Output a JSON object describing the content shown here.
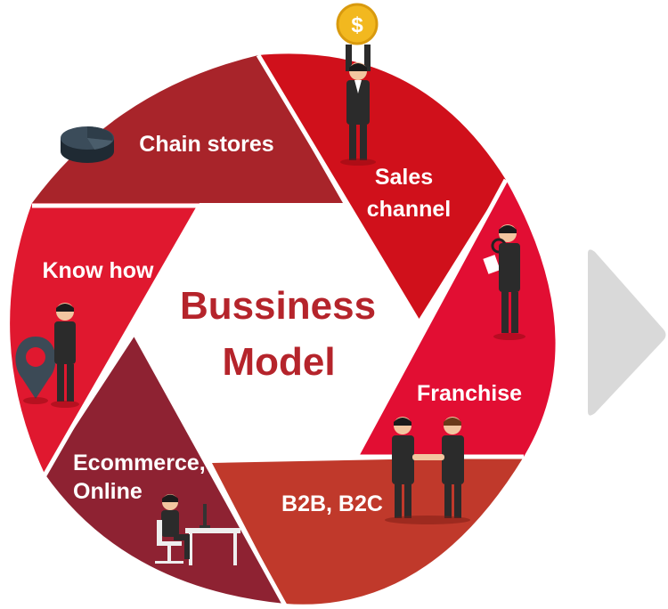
{
  "diagram": {
    "center": {
      "line1": "Bussiness",
      "line2": "Model",
      "color": "#b5242b"
    },
    "segments": [
      {
        "id": "chain-stores",
        "label_lines": [
          "Chain stores"
        ],
        "color": "#a8242a",
        "icon": "pie-chart-icon"
      },
      {
        "id": "sales-channel",
        "label_lines": [
          "Sales",
          "channel"
        ],
        "color": "#d0101b",
        "icon": "businessman-holding-coin-icon"
      },
      {
        "id": "franchise",
        "label_lines": [
          "Franchise"
        ],
        "color": "#e20e33",
        "icon": "businessman-magnifier-icon"
      },
      {
        "id": "b2b-b2c",
        "label_lines": [
          "B2B, B2C"
        ],
        "color": "#c0392b",
        "icon": "handshake-icon"
      },
      {
        "id": "ecommerce",
        "label_lines": [
          "Ecommerce,",
          "Online"
        ],
        "color": "#8e2232",
        "icon": "computer-desk-icon"
      },
      {
        "id": "know-how",
        "label_lines": [
          "Know how"
        ],
        "color": "#e0182f",
        "icon": "map-pin-icon"
      }
    ],
    "arrow": {
      "icon": "next-arrow-icon",
      "color": "#d9d9d9"
    }
  }
}
